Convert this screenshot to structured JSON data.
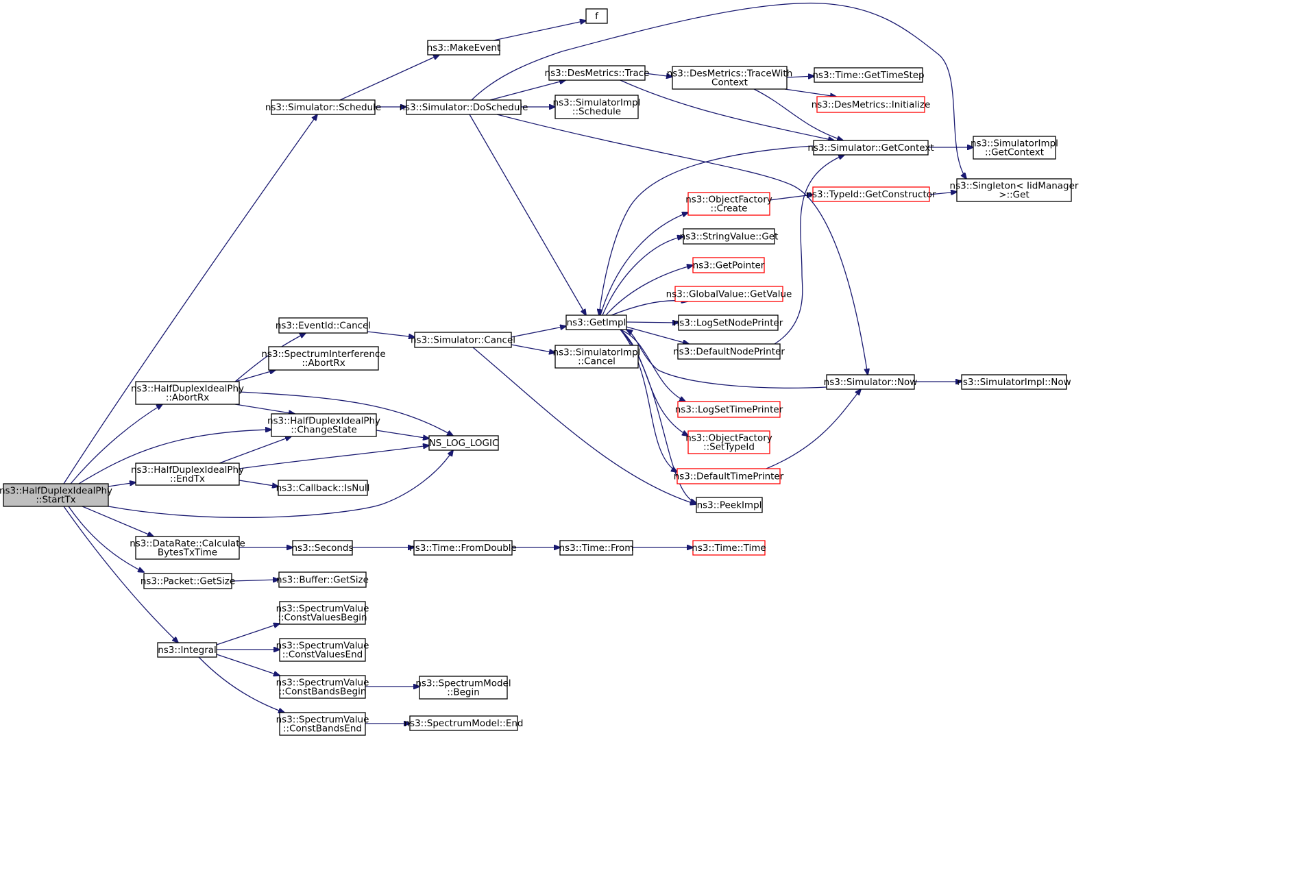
{
  "graph": {
    "nodes": [
      {
        "id": "starttx",
        "lines": [
          "ns3::HalfDuplexIdealPhy",
          "::StartTx"
        ],
        "style": "root"
      },
      {
        "id": "schedule",
        "lines": [
          "ns3::Simulator::Schedule"
        ],
        "style": "normal"
      },
      {
        "id": "makeevent",
        "lines": [
          "ns3::MakeEvent"
        ],
        "style": "normal"
      },
      {
        "id": "f",
        "lines": [
          "f"
        ],
        "style": "normal"
      },
      {
        "id": "doschedule",
        "lines": [
          "ns3::Simulator::DoSchedule"
        ],
        "style": "normal"
      },
      {
        "id": "desmetricstrace",
        "lines": [
          "ns3::DesMetrics::Trace"
        ],
        "style": "normal"
      },
      {
        "id": "tracewithcontext",
        "lines": [
          "ns3::DesMetrics::TraceWith",
          "Context"
        ],
        "style": "normal"
      },
      {
        "id": "gettimestep",
        "lines": [
          "ns3::Time::GetTimeStep"
        ],
        "style": "normal"
      },
      {
        "id": "desinit",
        "lines": [
          "ns3::DesMetrics::Initialize"
        ],
        "style": "red"
      },
      {
        "id": "simimplschedule",
        "lines": [
          "ns3::SimulatorImpl",
          "::Schedule"
        ],
        "style": "normal"
      },
      {
        "id": "getcontext",
        "lines": [
          "ns3::Simulator::GetContext"
        ],
        "style": "normal"
      },
      {
        "id": "implgetcontext",
        "lines": [
          "ns3::SimulatorImpl",
          "::GetContext"
        ],
        "style": "normal"
      },
      {
        "id": "singleton",
        "lines": [
          "ns3::Singleton< IidManager",
          ">::Get"
        ],
        "style": "normal"
      },
      {
        "id": "ofcreate",
        "lines": [
          "ns3::ObjectFactory",
          "::Create"
        ],
        "style": "red"
      },
      {
        "id": "getconstructor",
        "lines": [
          "ns3::TypeId::GetConstructor"
        ],
        "style": "red"
      },
      {
        "id": "stringget",
        "lines": [
          "ns3::StringValue::Get"
        ],
        "style": "normal"
      },
      {
        "id": "getpointer",
        "lines": [
          "ns3::GetPointer"
        ],
        "style": "red"
      },
      {
        "id": "globalgetvalue",
        "lines": [
          "ns3::GlobalValue::GetValue"
        ],
        "style": "red"
      },
      {
        "id": "logsetnodeprinter",
        "lines": [
          "ns3::LogSetNodePrinter"
        ],
        "style": "normal"
      },
      {
        "id": "defaultnodeprinter",
        "lines": [
          "ns3::DefaultNodePrinter"
        ],
        "style": "normal"
      },
      {
        "id": "getimpl",
        "lines": [
          "ns3::GetImpl"
        ],
        "style": "normal"
      },
      {
        "id": "eventcancel",
        "lines": [
          "ns3::EventId::Cancel"
        ],
        "style": "normal"
      },
      {
        "id": "simcancel",
        "lines": [
          "ns3::Simulator::Cancel"
        ],
        "style": "normal"
      },
      {
        "id": "implcancel",
        "lines": [
          "ns3::SimulatorImpl",
          "::Cancel"
        ],
        "style": "normal"
      },
      {
        "id": "specabortrx",
        "lines": [
          "ns3::SpectrumInterference",
          "::AbortRx"
        ],
        "style": "normal"
      },
      {
        "id": "abortrx",
        "lines": [
          "ns3::HalfDuplexIdealPhy",
          "::AbortRx"
        ],
        "style": "normal"
      },
      {
        "id": "changestate",
        "lines": [
          "ns3::HalfDuplexIdealPhy",
          "::ChangeState"
        ],
        "style": "normal"
      },
      {
        "id": "nslog",
        "lines": [
          "NS_LOG_LOGIC"
        ],
        "style": "normal"
      },
      {
        "id": "endtx",
        "lines": [
          "ns3::HalfDuplexIdealPhy",
          "::EndTx"
        ],
        "style": "normal"
      },
      {
        "id": "isnull",
        "lines": [
          "ns3::Callback::IsNull"
        ],
        "style": "normal"
      },
      {
        "id": "simnow",
        "lines": [
          "ns3::Simulator::Now"
        ],
        "style": "normal"
      },
      {
        "id": "implnow",
        "lines": [
          "ns3::SimulatorImpl::Now"
        ],
        "style": "normal"
      },
      {
        "id": "logsettimeprinter",
        "lines": [
          "ns3::LogSetTimePrinter"
        ],
        "style": "red"
      },
      {
        "id": "settypeid",
        "lines": [
          "ns3::ObjectFactory",
          "::SetTypeId"
        ],
        "style": "red"
      },
      {
        "id": "defaulttimeprinter",
        "lines": [
          "ns3::DefaultTimePrinter"
        ],
        "style": "red"
      },
      {
        "id": "peekimpl",
        "lines": [
          "ns3::PeekImpl"
        ],
        "style": "normal"
      },
      {
        "id": "calcbytes",
        "lines": [
          "ns3::DataRate::Calculate",
          "BytesTxTime"
        ],
        "style": "normal"
      },
      {
        "id": "seconds",
        "lines": [
          "ns3::Seconds"
        ],
        "style": "normal"
      },
      {
        "id": "fromdouble",
        "lines": [
          "ns3::Time::FromDouble"
        ],
        "style": "normal"
      },
      {
        "id": "timefrom",
        "lines": [
          "ns3::Time::From"
        ],
        "style": "normal"
      },
      {
        "id": "timetime",
        "lines": [
          "ns3::Time::Time"
        ],
        "style": "red"
      },
      {
        "id": "packetgetsize",
        "lines": [
          "ns3::Packet::GetSize"
        ],
        "style": "normal"
      },
      {
        "id": "buffergetsize",
        "lines": [
          "ns3::Buffer::GetSize"
        ],
        "style": "normal"
      },
      {
        "id": "integral",
        "lines": [
          "ns3::Integral"
        ],
        "style": "normal"
      },
      {
        "id": "cvbegin",
        "lines": [
          "ns3::SpectrumValue",
          "::ConstValuesBegin"
        ],
        "style": "normal"
      },
      {
        "id": "cvend",
        "lines": [
          "ns3::SpectrumValue",
          "::ConstValuesEnd"
        ],
        "style": "normal"
      },
      {
        "id": "cbbegin",
        "lines": [
          "ns3::SpectrumValue",
          "::ConstBandsBegin"
        ],
        "style": "normal"
      },
      {
        "id": "smbegin",
        "lines": [
          "ns3::SpectrumModel",
          "::Begin"
        ],
        "style": "normal"
      },
      {
        "id": "cbend",
        "lines": [
          "ns3::SpectrumValue",
          "::ConstBandsEnd"
        ],
        "style": "normal"
      },
      {
        "id": "smend",
        "lines": [
          "ns3::SpectrumModel::End"
        ],
        "style": "normal"
      }
    ],
    "edges": [
      [
        "starttx",
        "schedule"
      ],
      [
        "starttx",
        "abortrx"
      ],
      [
        "starttx",
        "changestate"
      ],
      [
        "starttx",
        "endtx"
      ],
      [
        "starttx",
        "nslog"
      ],
      [
        "starttx",
        "calcbytes"
      ],
      [
        "starttx",
        "packetgetsize"
      ],
      [
        "starttx",
        "integral"
      ],
      [
        "schedule",
        "makeevent"
      ],
      [
        "schedule",
        "doschedule"
      ],
      [
        "makeevent",
        "f"
      ],
      [
        "doschedule",
        "singleton"
      ],
      [
        "doschedule",
        "desmetricstrace"
      ],
      [
        "doschedule",
        "simimplschedule"
      ],
      [
        "doschedule",
        "getimpl"
      ],
      [
        "doschedule",
        "simnow"
      ],
      [
        "desmetricstrace",
        "tracewithcontext"
      ],
      [
        "desmetricstrace",
        "getcontext"
      ],
      [
        "tracewithcontext",
        "gettimestep"
      ],
      [
        "tracewithcontext",
        "desinit"
      ],
      [
        "tracewithcontext",
        "getcontext"
      ],
      [
        "getcontext",
        "implgetcontext"
      ],
      [
        "getcontext",
        "getimpl"
      ],
      [
        "ofcreate",
        "getconstructor"
      ],
      [
        "getconstructor",
        "singleton"
      ],
      [
        "getimpl",
        "ofcreate"
      ],
      [
        "getimpl",
        "stringget"
      ],
      [
        "getimpl",
        "getpointer"
      ],
      [
        "getimpl",
        "globalgetvalue"
      ],
      [
        "getimpl",
        "logsetnodeprinter"
      ],
      [
        "getimpl",
        "defaultnodeprinter"
      ],
      [
        "getimpl",
        "logsettimeprinter"
      ],
      [
        "getimpl",
        "settypeid"
      ],
      [
        "getimpl",
        "defaulttimeprinter"
      ],
      [
        "getimpl",
        "peekimpl"
      ],
      [
        "defaultnodeprinter",
        "getcontext"
      ],
      [
        "defaulttimeprinter",
        "simnow"
      ],
      [
        "simnow",
        "getimpl"
      ],
      [
        "simnow",
        "implnow"
      ],
      [
        "eventcancel",
        "simcancel"
      ],
      [
        "simcancel",
        "getimpl"
      ],
      [
        "simcancel",
        "implcancel"
      ],
      [
        "simcancel",
        "peekimpl"
      ],
      [
        "abortrx",
        "eventcancel"
      ],
      [
        "abortrx",
        "specabortrx"
      ],
      [
        "abortrx",
        "changestate"
      ],
      [
        "abortrx",
        "nslog"
      ],
      [
        "changestate",
        "nslog"
      ],
      [
        "endtx",
        "changestate"
      ],
      [
        "endtx",
        "nslog"
      ],
      [
        "endtx",
        "isnull"
      ],
      [
        "calcbytes",
        "seconds"
      ],
      [
        "seconds",
        "fromdouble"
      ],
      [
        "fromdouble",
        "timefrom"
      ],
      [
        "timefrom",
        "timetime"
      ],
      [
        "packetgetsize",
        "buffergetsize"
      ],
      [
        "integral",
        "cvbegin"
      ],
      [
        "integral",
        "cvend"
      ],
      [
        "integral",
        "cbbegin"
      ],
      [
        "integral",
        "cbend"
      ],
      [
        "cbbegin",
        "smbegin"
      ],
      [
        "cbend",
        "smend"
      ]
    ]
  }
}
